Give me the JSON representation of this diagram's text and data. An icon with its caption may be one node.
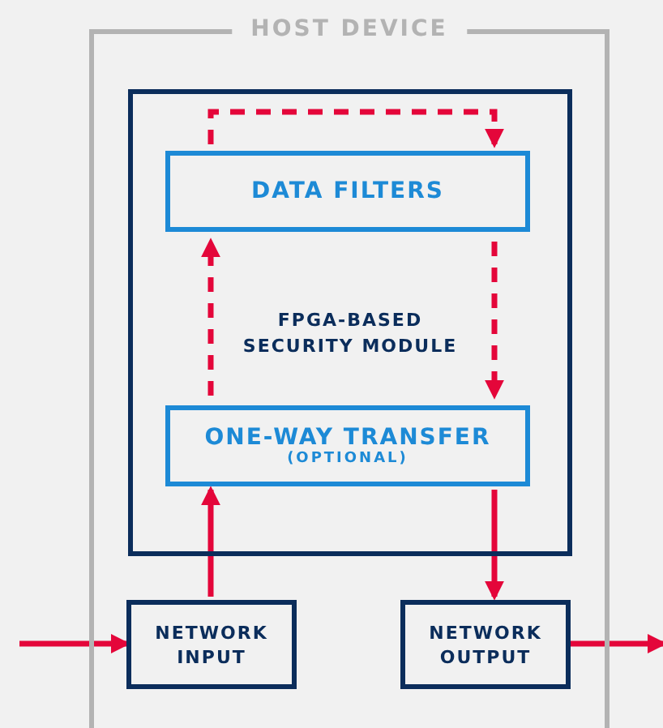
{
  "diagram": {
    "nodes": [
      {
        "text": [
          "HOST DEVICE"
        ]
      },
      {
        "text": [
          "FPGA-BASED SECURITY MODULE"
        ],
        "in": 0
      },
      {
        "text": [
          "DATA FILTERS"
        ],
        "in": 1
      },
      {
        "text": [
          "ONE-WAY TRANSFER",
          "(OPTIONAL)"
        ],
        "in": 1
      },
      {
        "text": [
          "NETWORK INPUT"
        ],
        "in": 0
      },
      {
        "text": [
          "NETWORK OUTPUT"
        ],
        "in": 0
      }
    ],
    "edges": [
      {
        "from": null,
        "to": 4,
        "arrow": "to"
      },
      {
        "from": 5,
        "to": null,
        "arrow": "to"
      },
      {
        "from": 4,
        "to": 3,
        "arrow": "to"
      },
      {
        "from": 3,
        "to": 5,
        "arrow": "to"
      },
      {
        "from": 3,
        "to": 2,
        "arrow": "to",
        "style": "dashed"
      },
      {
        "from": 2,
        "to": 2,
        "arrow": "to",
        "style": "dashed"
      },
      {
        "from": 2,
        "to": 3,
        "arrow": "to",
        "style": "dashed"
      }
    ]
  }
}
